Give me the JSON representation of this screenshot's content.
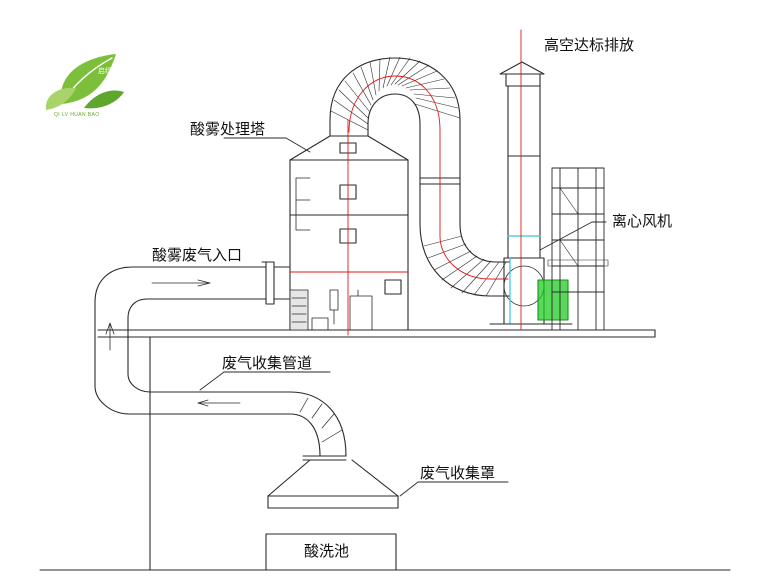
{
  "logo": {
    "cn_mark": "启绿",
    "en_text": "QI LV HUAN BAO"
  },
  "labels": {
    "exhaust": "高空达标排放",
    "tower": "酸雾处理塔",
    "fan": "离心风机",
    "inlet": "酸雾废气入口",
    "duct": "废气收集管道",
    "hood": "废气收集罩",
    "tank": "酸洗池"
  },
  "colors": {
    "line": "#2a2a2a",
    "centerline": "#e01818",
    "accent_green": "#22cc22",
    "accent_cyan": "#38c6d8",
    "logo_green": "#7bbf3a",
    "logo_dark": "#4f8f22"
  }
}
